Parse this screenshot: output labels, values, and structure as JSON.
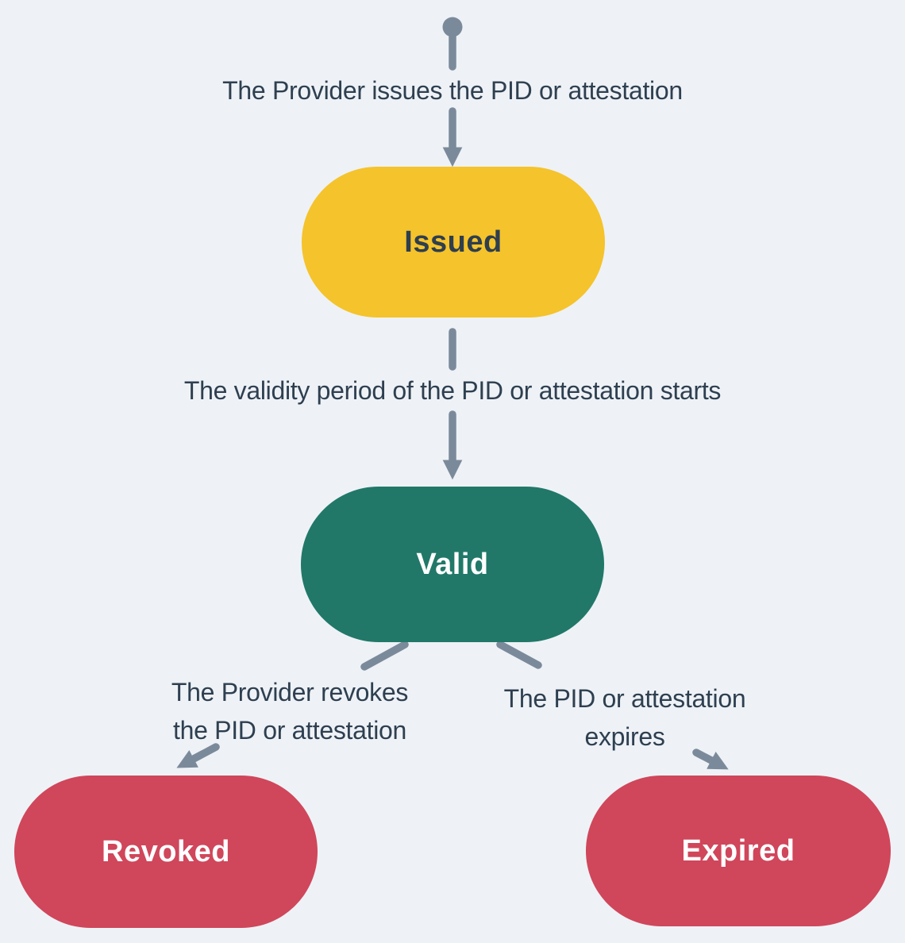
{
  "diagram": {
    "type": "state-lifecycle-flowchart",
    "subject": "PID or attestation lifecycle",
    "colors": {
      "background": "#eef2f6",
      "connector": "#7b8a9b",
      "label_text": "#2e3f50",
      "issued_fill": "#f5c32b",
      "issued_text": "#2e3e4e",
      "valid_fill": "#217868",
      "revoked_fill": "#d0465b",
      "expired_fill": "#d0465b",
      "light_text": "#ffffff"
    },
    "start_marker": "filled-dot",
    "nodes": {
      "issued": {
        "label": "Issued"
      },
      "valid": {
        "label": "Valid"
      },
      "revoked": {
        "label": "Revoked"
      },
      "expired": {
        "label": "Expired"
      }
    },
    "edges": {
      "start_to_issued": {
        "from": "start",
        "to": "issued",
        "label": "The Provider issues the PID or attestation"
      },
      "issued_to_valid": {
        "from": "issued",
        "to": "valid",
        "label": "The validity period of the PID or attestation starts"
      },
      "valid_to_revoked": {
        "from": "valid",
        "to": "revoked",
        "label": "The Provider revokes the PID or attestation",
        "label_line1": "The Provider revokes",
        "label_line2": "the PID or attestation"
      },
      "valid_to_expired": {
        "from": "valid",
        "to": "expired",
        "label": "The PID or attestation expires",
        "label_line1": "The PID or attestation",
        "label_line2": "expires"
      }
    }
  }
}
